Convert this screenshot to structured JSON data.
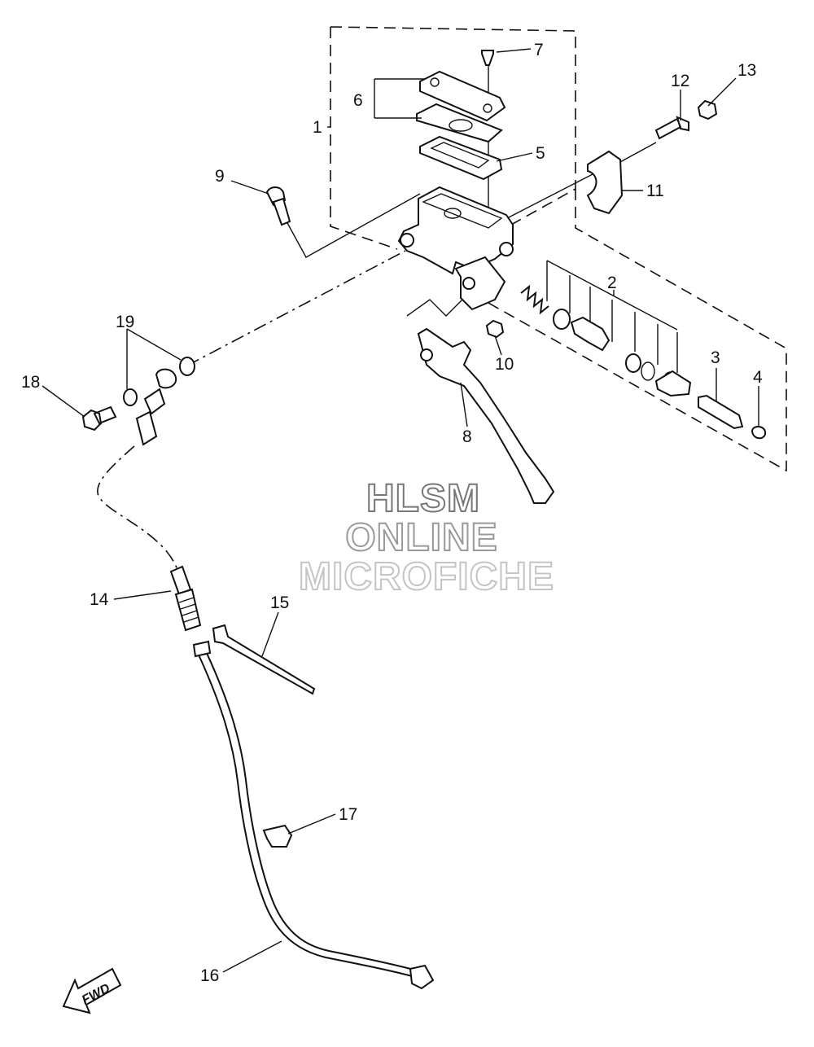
{
  "callouts": [
    {
      "id": "c1",
      "text": "1"
    },
    {
      "id": "c2",
      "text": "2"
    },
    {
      "id": "c3",
      "text": "3"
    },
    {
      "id": "c4",
      "text": "4"
    },
    {
      "id": "c5",
      "text": "5"
    },
    {
      "id": "c6",
      "text": "6"
    },
    {
      "id": "c7",
      "text": "7"
    },
    {
      "id": "c8",
      "text": "8"
    },
    {
      "id": "c9",
      "text": "9"
    },
    {
      "id": "c10",
      "text": "10"
    },
    {
      "id": "c11",
      "text": "11"
    },
    {
      "id": "c12",
      "text": "12"
    },
    {
      "id": "c13",
      "text": "13"
    },
    {
      "id": "c14",
      "text": "14"
    },
    {
      "id": "c15",
      "text": "15"
    },
    {
      "id": "c16",
      "text": "16"
    },
    {
      "id": "c17",
      "text": "17"
    },
    {
      "id": "c18",
      "text": "18"
    },
    {
      "id": "c19",
      "text": "19"
    }
  ],
  "watermark": {
    "line1": "HLSM",
    "line2": "ONLINE",
    "line3": "MICROFICHE",
    "colors": [
      "#777777",
      "#999999",
      "#c4c4c4"
    ]
  },
  "direction_badge": {
    "text": "FWD"
  },
  "colors": {
    "line": "#111111",
    "background": "#ffffff"
  }
}
